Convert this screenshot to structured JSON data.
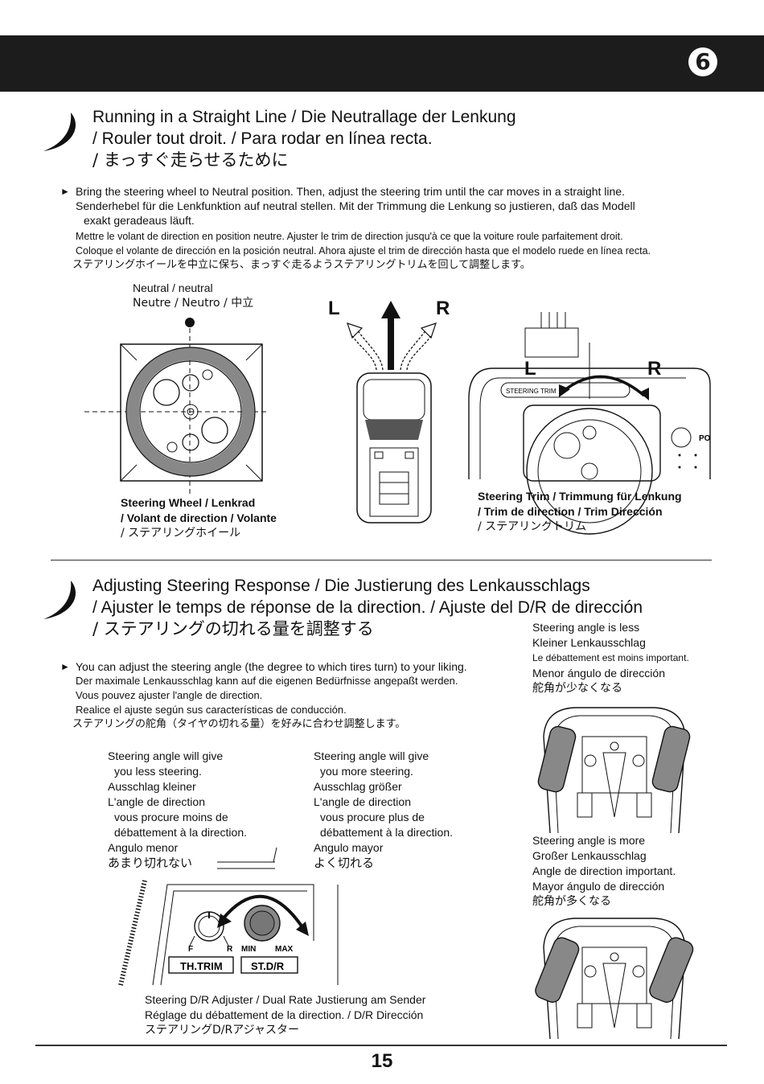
{
  "header": {
    "step_number": "6"
  },
  "section1": {
    "title_lines": [
      "Running in a Straight Line / Die Neutrallage der Lenkung",
      "/ Rouler tout droit. / Para rodar en línea recta.",
      "/ まっすぐ走らせるために"
    ],
    "instructions": [
      "Bring the steering wheel to Neutral position. Then, adjust the steering trim until the car moves in a straight line.",
      "Senderhebel für die Lenkfunktion auf neutral stellen. Mit der Trimmung die Lenkung so justieren, daß das Modell",
      "exakt geradeaus läuft.",
      "Mettre le volant de direction en position neutre. Ajuster le trim de direction jusqu'à ce que la voiture roule parfaitement droit.",
      "Coloque el volante de dirección en la posición neutral. Ahora ajuste el trim de dirección hasta que el modelo ruede en línea recta.",
      "ステアリングホイールを中立に保ち、まっすぐ走るようステアリングトリムを回して調整します。"
    ],
    "neutral_label": [
      "Neutral / neutral",
      "Neutre / Neutro / 中立"
    ],
    "steering_wheel_label": [
      "Steering Wheel / Lenkrad",
      "/ Volant de direction / Volante",
      "/ ステアリングホイール"
    ],
    "car_left": "L",
    "car_right": "R",
    "trim_left": "L",
    "trim_right": "R",
    "trim_panel_text": "STEERING TRIM",
    "trim_panel_po": "PO",
    "steering_trim_label": [
      "Steering Trim / Trimmung für Lenkung",
      "/ Trim de direction / Trim Dirección",
      "/ ステアリングトリム"
    ]
  },
  "section2": {
    "title_lines": [
      "Adjusting Steering Response / Die Justierung des Lenkausschlags",
      "/ Ajuster le temps de réponse de la direction. / Ajuste del D/R de dirección",
      "/ ステアリングの切れる量を調整する"
    ],
    "instructions": [
      "You can adjust the steering angle (the degree to which tires turn) to your liking.",
      "Der maximale Lenkausschlag kann auf die eigenen Bedürfnisse angepaßt werden.",
      "Vous pouvez ajuster l'angle de direction.",
      "Realice el ajuste según sus características de conducción.",
      "ステアリングの舵角（タイヤの切れる量）を好みに合わせ調整します。"
    ],
    "less_label": [
      "Steering angle will give",
      "you less steering.",
      "Ausschlag kleiner",
      "L'angle de direction",
      "vous procure moins de",
      "débattement à la direction.",
      "Angulo menor",
      "あまり切れない"
    ],
    "more_label": [
      "Steering angle will give",
      "you more steering.",
      "Ausschlag größer",
      "L'angle de direction",
      "vous procure plus de",
      "débattement à la direction.",
      "Angulo mayor",
      "よく切れる"
    ],
    "angle_less": [
      "Steering angle is less",
      "Kleiner Lenkausschlag",
      "Le débattement est moins important.",
      "Menor ángulo de dirección",
      "舵角が少なくなる"
    ],
    "angle_more": [
      "Steering angle is more",
      "Großer Lenkausschlag",
      "Angle de direction important.",
      "Mayor ángulo de dirección",
      "舵角が多くなる"
    ],
    "dial_f": "F",
    "dial_r": "R",
    "dial_min": "MIN",
    "dial_max": "MAX",
    "th_trim": "TH.TRIM",
    "st_dr": "ST.D/R",
    "dr_label": [
      "Steering D/R Adjuster / Dual Rate Justierung am Sender",
      "Réglage du débattement de la direction. / D/R Dirección",
      "ステアリングD/Rアジャスター"
    ]
  },
  "footer": {
    "page_number": "15"
  }
}
